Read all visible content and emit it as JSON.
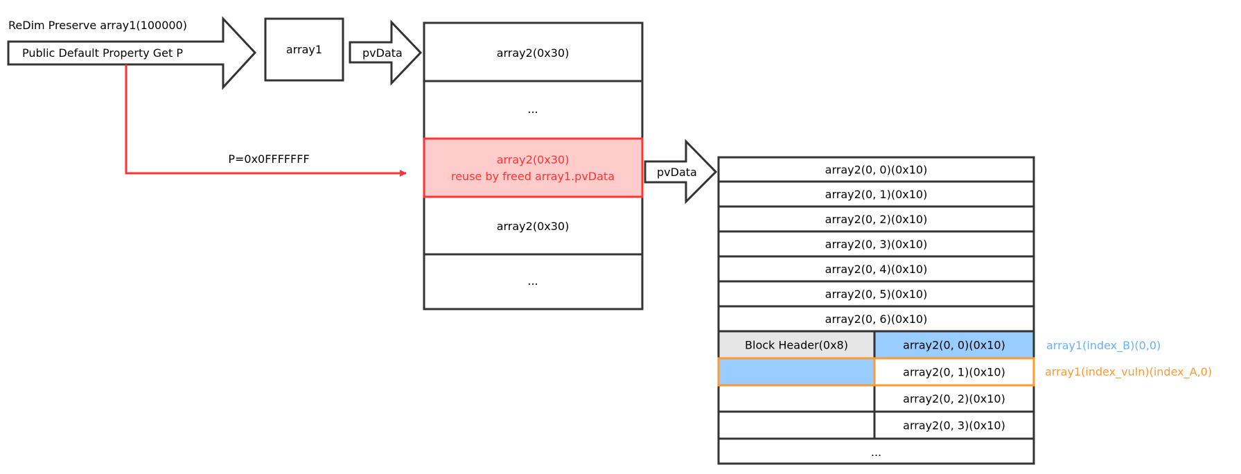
{
  "colors": {
    "stroke": "#333333",
    "freed_fill": "#ffcccc",
    "freed_stroke": "#ff3333",
    "pointer_line": "#ff3333",
    "header_fill": "#e6e6e6",
    "highlight_blue": "#99ccff",
    "label_blue": "#66b2ff",
    "highlight_orange": "#ff9933"
  },
  "step_arrow": {
    "top_label": "ReDim Preserve array1(100000)",
    "body_label": "Public Default Property Get P"
  },
  "array1_box": {
    "label": "array1"
  },
  "pvdata_arrow_1": {
    "label": "pvData"
  },
  "pvdata_arrow_2": {
    "label": "pvData"
  },
  "pointer": {
    "label": "P=0x0FFFFFFF"
  },
  "heap_column": {
    "rows": [
      {
        "label": "array2(0x30)",
        "label2": "",
        "state": "normal"
      },
      {
        "label": "...",
        "label2": "",
        "state": "normal"
      },
      {
        "label": "array2(0x30)",
        "label2": "reuse by freed array1.pvData",
        "state": "freed"
      },
      {
        "label": "array2(0x30)",
        "label2": "",
        "state": "normal"
      },
      {
        "label": "...",
        "label2": "",
        "state": "normal"
      }
    ]
  },
  "element_table": {
    "full_rows": [
      "array2(0, 0)(0x10)",
      "array2(0, 1)(0x10)",
      "array2(0, 2)(0x10)",
      "array2(0, 3)(0x10)",
      "array2(0, 4)(0x10)",
      "array2(0, 5)(0x10)",
      "array2(0, 6)(0x10)"
    ],
    "split_rows": [
      {
        "left": "Block Header(0x8)",
        "right": "array2(0, 0)(0x10)",
        "style": "header-blue"
      },
      {
        "left": "",
        "right": "array2(0, 1)(0x10)",
        "style": "orange"
      },
      {
        "left": "",
        "right": "array2(0, 2)(0x10)",
        "style": "plain"
      },
      {
        "left": "",
        "right": "array2(0, 3)(0x10)",
        "style": "plain"
      }
    ],
    "tail_row": "..."
  },
  "annotations": {
    "index_b": "array1(index_B)(0,0)",
    "index_vuln": "array1(index_vuln)(index_A,0)"
  }
}
